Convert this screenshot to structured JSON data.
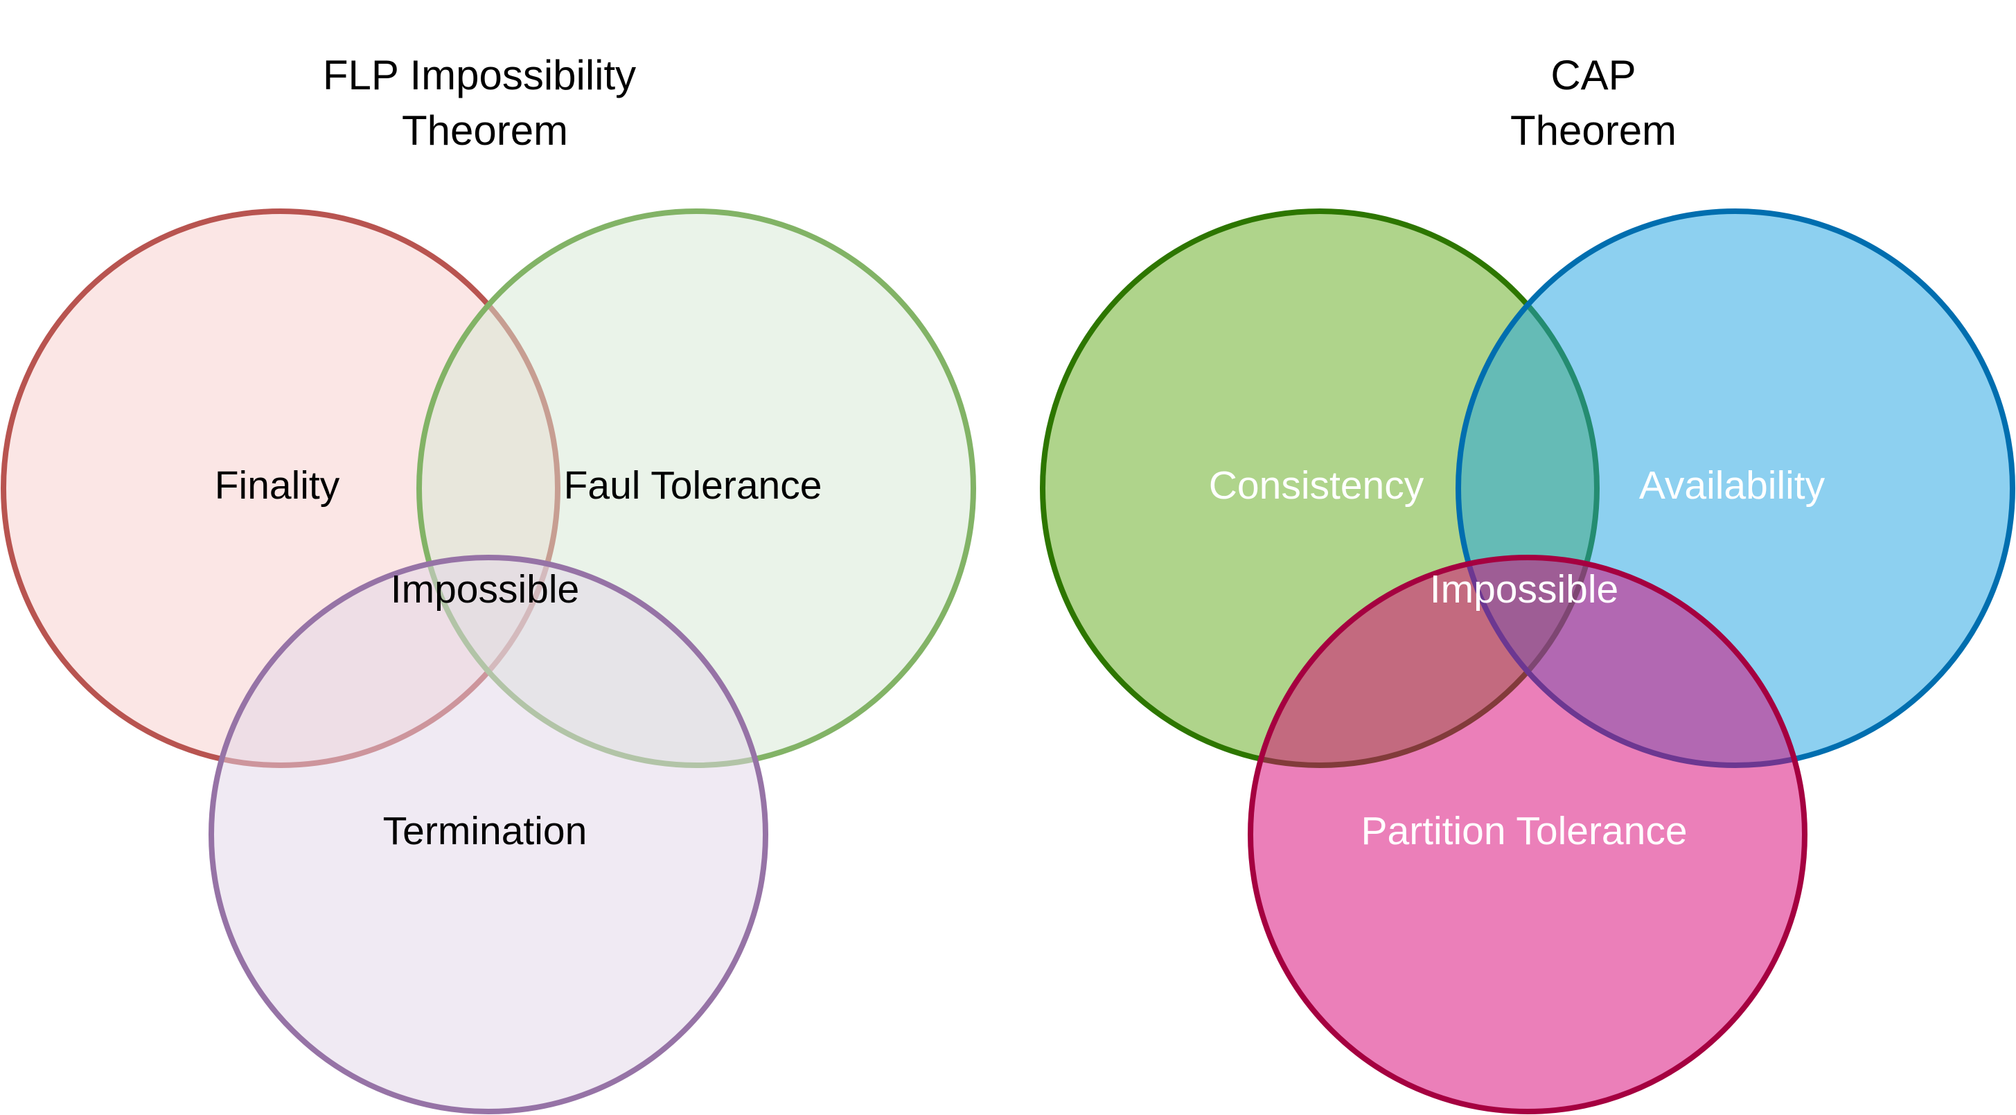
{
  "flp": {
    "title_line1": "FLP Impossibility",
    "title_line2": "Theorem",
    "sets": {
      "finality": {
        "label": "Finality",
        "fill": "#f8cecc",
        "stroke": "#b85450"
      },
      "fault_tolerance": {
        "label": "Faul Tolerance",
        "fill": "#d5e8d4",
        "stroke": "#82b366"
      },
      "termination": {
        "label": "Termination",
        "fill": "#e1d5e7",
        "stroke": "#9673a6"
      }
    },
    "intersection_label": "Impossible",
    "text_color": "#000000"
  },
  "cap": {
    "title_line1": "CAP",
    "title_line2": "Theorem",
    "sets": {
      "consistency": {
        "label": "Consistency",
        "fill": "#60a917",
        "stroke": "#2d7600"
      },
      "availability": {
        "label": "Availability",
        "fill": "#1ba1e2",
        "stroke": "#006eaf"
      },
      "partition_tolerance": {
        "label": "Partition Tolerance",
        "fill": "#d80073",
        "stroke": "#a50040"
      }
    },
    "intersection_label": "Impossible",
    "text_color": "#ffffff"
  }
}
